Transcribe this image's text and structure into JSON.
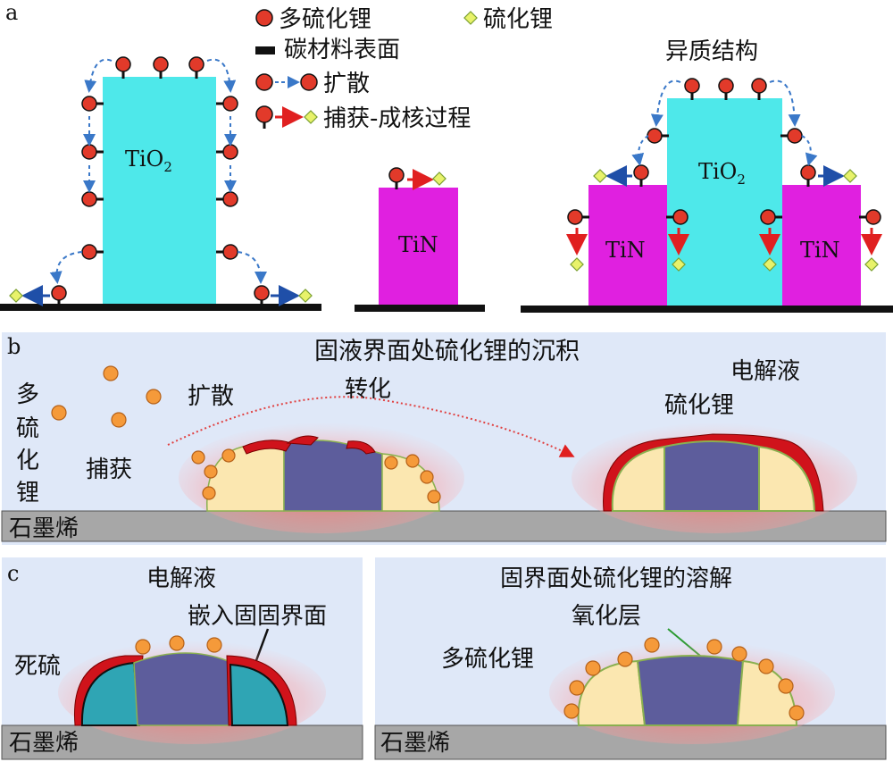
{
  "panels": {
    "a": {
      "letter": "a",
      "legend": {
        "polysulfide": "多硫化锂",
        "sulfide": "硫化锂",
        "carbon_surface": "碳材料表面",
        "diffusion": "扩散",
        "capture_nucleation": "捕获-成核过程"
      },
      "hetero_title": "异质结构",
      "tio2_label": "TiO",
      "tio2_sub": "2",
      "tin_label": "TiN"
    },
    "b": {
      "letter": "b",
      "title": "固液界面处硫化锂的沉积",
      "electrolyte": "电解液",
      "polysulfide_chars": [
        "多",
        "硫",
        "化",
        "锂"
      ],
      "diffusion": "扩散",
      "conversion": "转化",
      "capture": "捕获",
      "sulfide": "硫化锂",
      "substrate": "石墨烯"
    },
    "c": {
      "letter": "c",
      "electrolyte": "电解液",
      "embed": "嵌入固固界面",
      "dead_sulfur": "死硫",
      "substrate_left": "石墨烯",
      "dissolution_title": "固界面处硫化锂的溶解",
      "oxide_layer": "氧化层",
      "polysulfide": "多硫化锂",
      "substrate_right": "石墨烯"
    }
  },
  "colors": {
    "tio2": "#4ee8ea",
    "tin": "#e020e0",
    "polysulfide": "#e23a2a",
    "sulfide": "#e6f060",
    "particle": "#f59a3a",
    "electrolyte_bg": "#dfe8f8",
    "graphite": "#a7a7a7",
    "core": "#5d5d9c",
    "cream": "#fbe7b0",
    "dead_sulfur": "#2fa5b4",
    "red_film": "#d0131b",
    "arrow_blue": "#2255aa"
  }
}
